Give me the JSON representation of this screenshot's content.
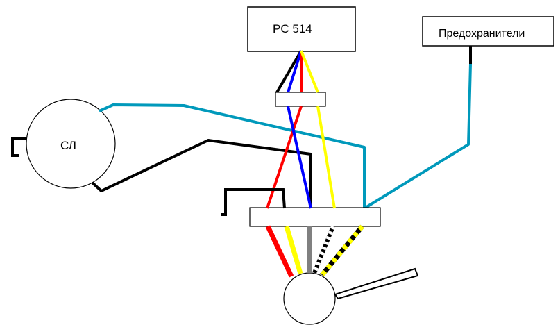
{
  "labels": {
    "controller": "PC 514",
    "fuses": "Предохранители",
    "motor": "СЛ"
  },
  "colors": {
    "black": "#000000",
    "red": "#ff0000",
    "blue": "#0000ff",
    "yellow": "#ffff00",
    "cyan": "#0099bb",
    "gray": "#808080",
    "white": "#ffffff"
  }
}
